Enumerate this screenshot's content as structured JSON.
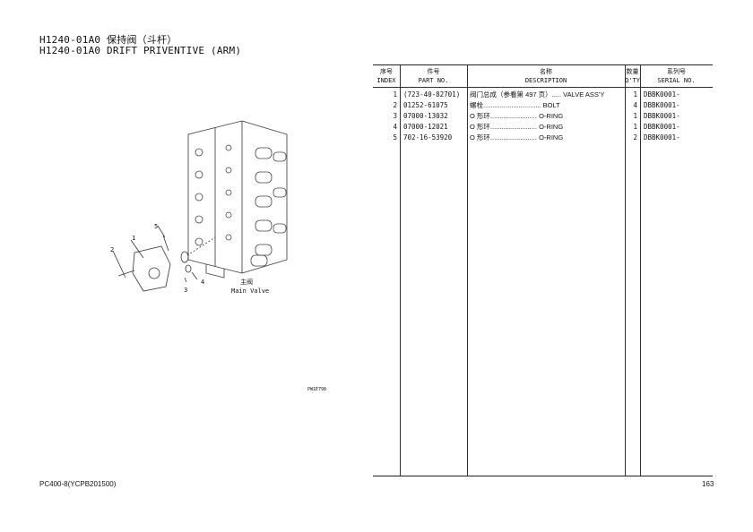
{
  "title": {
    "line1": "H1240-01A0 保持阀（斗杆）",
    "line2": "H1240-01A0 DRIFT PRIVENTIVE (ARM)"
  },
  "table": {
    "headers": [
      {
        "cn": "序号",
        "en": "INDEX"
      },
      {
        "cn": "件号",
        "en": "PART NO."
      },
      {
        "cn": "名称",
        "en": "DESCRIPTION"
      },
      {
        "cn": "数量",
        "en": "Q'TY"
      },
      {
        "cn": "系列号",
        "en": "SERIAL NO."
      }
    ],
    "rows": [
      {
        "index": "1",
        "part": "(723-40-82701)",
        "desc": "阀门总成（参看第 497 页）..... VALVE ASS'Y",
        "qty": "1",
        "serial": "DBBK0001-"
      },
      {
        "index": "2",
        "part": "01252-61075",
        "desc": "螺栓............................... BOLT",
        "qty": "4",
        "serial": "DBBK0001-"
      },
      {
        "index": "3",
        "part": "07000-13032",
        "desc": "O 形环......................... O-RING",
        "qty": "1",
        "serial": "DBBK0001-"
      },
      {
        "index": "4",
        "part": "07000-12021",
        "desc": "O 形环......................... O-RING",
        "qty": "1",
        "serial": "DBBK0001-"
      },
      {
        "index": "5",
        "part": "702-16-53920",
        "desc": "O 形环......................... O-RING",
        "qty": "2",
        "serial": "DBBK0001-"
      }
    ]
  },
  "figure": {
    "callouts": [
      "1",
      "2",
      "3",
      "4",
      "5"
    ],
    "caption_cn": "主阀",
    "caption_en": "Main Valve",
    "figure_id": "PW1E798"
  },
  "footer": {
    "model": "PC400-8(YCPB201500)",
    "page": "163"
  }
}
